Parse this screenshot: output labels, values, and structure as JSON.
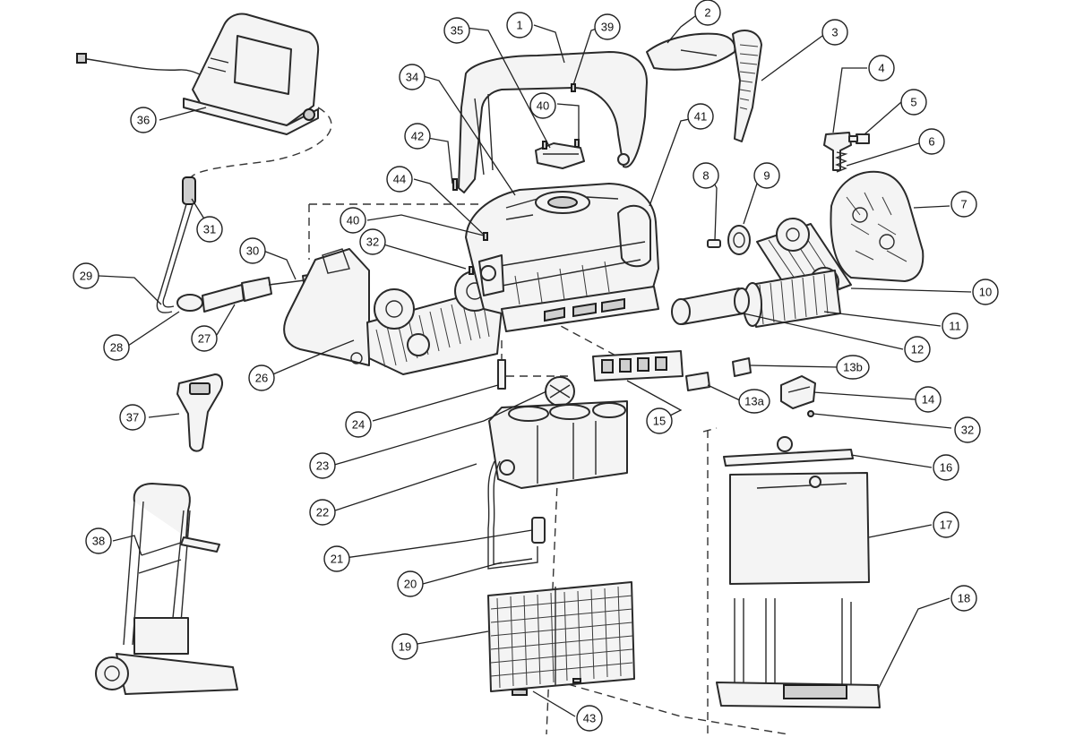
{
  "diagram": {
    "type": "exploded-parts-diagram",
    "callouts": [
      {
        "id": "c1",
        "label": "1"
      },
      {
        "id": "c2",
        "label": "2"
      },
      {
        "id": "c3",
        "label": "3"
      },
      {
        "id": "c4",
        "label": "4"
      },
      {
        "id": "c5",
        "label": "5"
      },
      {
        "id": "c6",
        "label": "6"
      },
      {
        "id": "c7",
        "label": "7"
      },
      {
        "id": "c8",
        "label": "8"
      },
      {
        "id": "c9",
        "label": "9"
      },
      {
        "id": "c10",
        "label": "10"
      },
      {
        "id": "c11",
        "label": "11"
      },
      {
        "id": "c12",
        "label": "12"
      },
      {
        "id": "c13a",
        "label": "13a"
      },
      {
        "id": "c13b",
        "label": "13b"
      },
      {
        "id": "c14",
        "label": "14"
      },
      {
        "id": "c15",
        "label": "15"
      },
      {
        "id": "c16",
        "label": "16"
      },
      {
        "id": "c17",
        "label": "17"
      },
      {
        "id": "c18",
        "label": "18"
      },
      {
        "id": "c19",
        "label": "19"
      },
      {
        "id": "c20",
        "label": "20"
      },
      {
        "id": "c21",
        "label": "21"
      },
      {
        "id": "c22",
        "label": "22"
      },
      {
        "id": "c23",
        "label": "23"
      },
      {
        "id": "c24",
        "label": "24"
      },
      {
        "id": "c26",
        "label": "26"
      },
      {
        "id": "c27",
        "label": "27"
      },
      {
        "id": "c28",
        "label": "28"
      },
      {
        "id": "c29",
        "label": "29"
      },
      {
        "id": "c30",
        "label": "30"
      },
      {
        "id": "c31",
        "label": "31"
      },
      {
        "id": "c32a",
        "label": "32"
      },
      {
        "id": "c32b",
        "label": "32"
      },
      {
        "id": "c34",
        "label": "34"
      },
      {
        "id": "c35",
        "label": "35"
      },
      {
        "id": "c36",
        "label": "36"
      },
      {
        "id": "c37",
        "label": "37"
      },
      {
        "id": "c38",
        "label": "38"
      },
      {
        "id": "c39",
        "label": "39"
      },
      {
        "id": "c40a",
        "label": "40"
      },
      {
        "id": "c40b",
        "label": "40"
      },
      {
        "id": "c41",
        "label": "41"
      },
      {
        "id": "c42",
        "label": "42"
      },
      {
        "id": "c43",
        "label": "43"
      },
      {
        "id": "c44",
        "label": "44"
      }
    ]
  },
  "colors": {
    "line": "#2a2a2a",
    "fill": "#f4f4f4",
    "background": "#ffffff"
  }
}
